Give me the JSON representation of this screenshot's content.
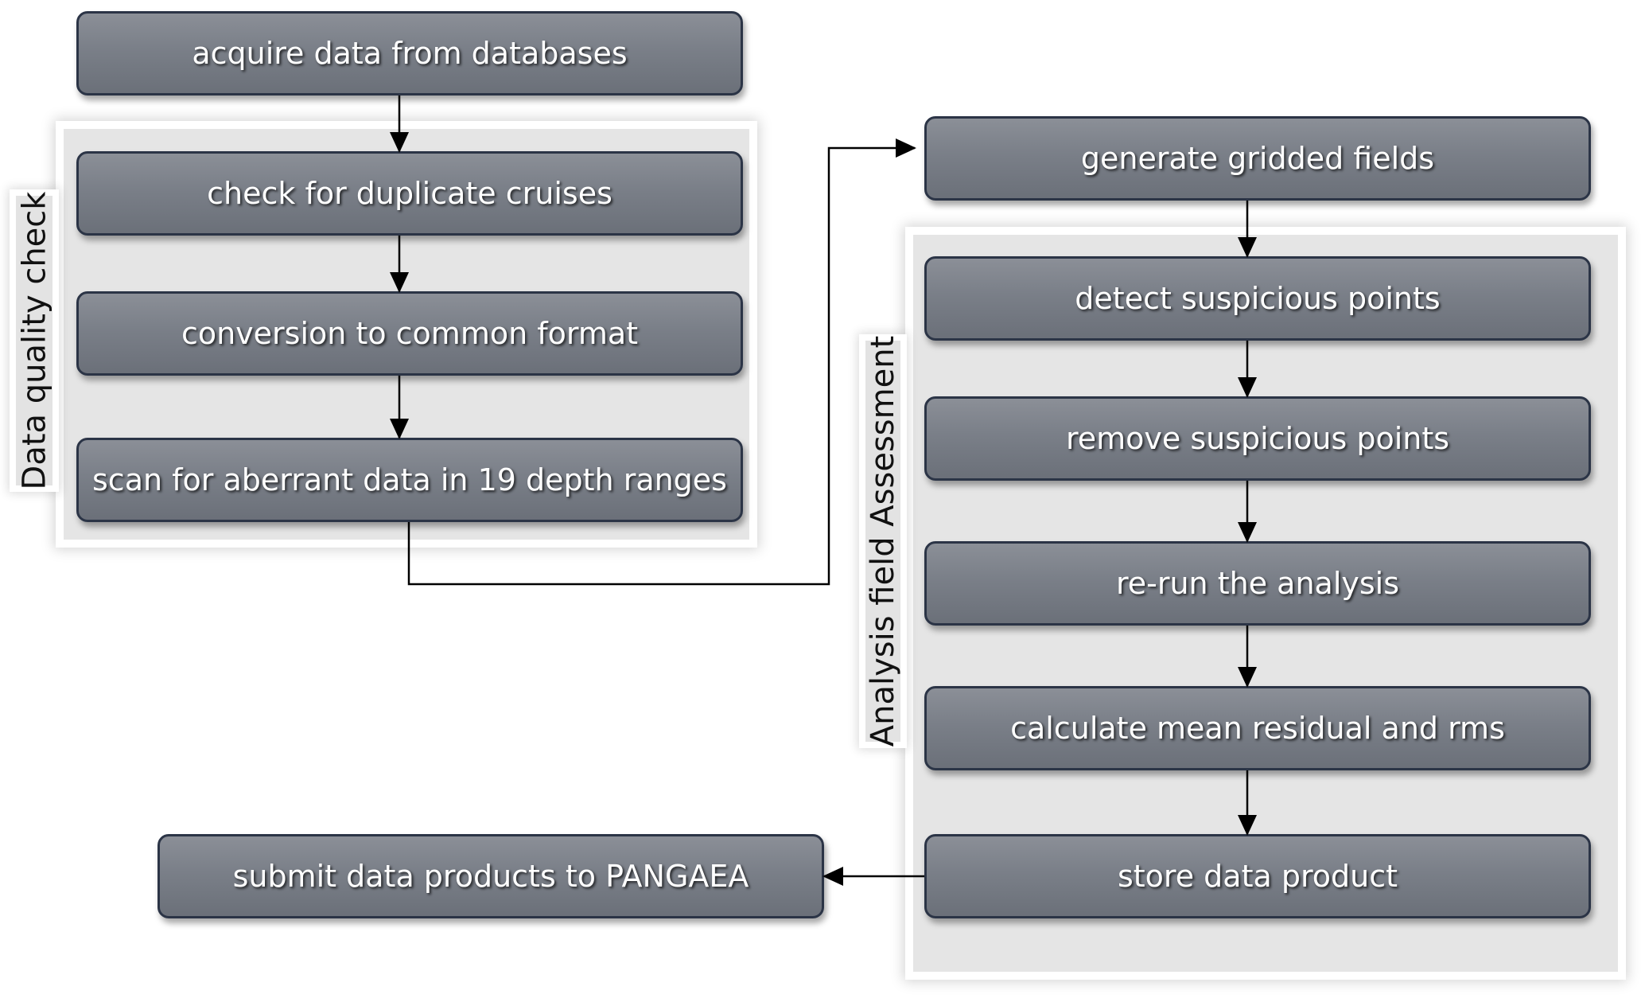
{
  "groups": {
    "data_quality": {
      "label": "Data quality check"
    },
    "analysis_assessment": {
      "label": "Analysis field Assessment"
    }
  },
  "steps": {
    "acquire": "acquire data from databases",
    "check_duplicates": "check for duplicate cruises",
    "conversion": "conversion to common format",
    "scan_aberrant": "scan for aberrant data in 19 depth ranges",
    "generate_fields": "generate gridded fields",
    "detect_suspicious": "detect suspicious points",
    "remove_suspicious": "remove suspicious points",
    "rerun_analysis": "re-run the analysis",
    "calc_residual": "calculate mean residual and rms",
    "store_product": "store data product",
    "submit_pangaea": "submit data products to PANGAEA"
  },
  "colors": {
    "box_fill": "#7a7f88",
    "box_border": "#2b3446",
    "panel_fill": "#e5e5e5",
    "connector": "#000000"
  }
}
